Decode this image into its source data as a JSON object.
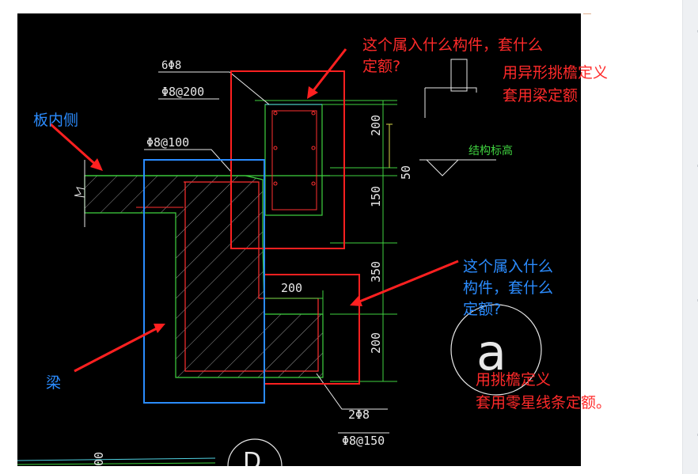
{
  "drawing": {
    "dims_vertical": [
      "200",
      "50",
      "150",
      "350",
      "200"
    ],
    "dim_horizontal": "200",
    "rebar_top_main": "6Φ8",
    "rebar_top_stirrup": "Φ8@200",
    "rebar_slab": "Φ8@100",
    "rebar_bottom_main": "2Φ8",
    "rebar_bottom_stirrup": "Φ8@150",
    "level_label": "结构标高",
    "grid_bubble": "a",
    "grid_bubble_2": "D",
    "partial_dim": "00"
  },
  "annotations": {
    "question_top_line1": "这个属入什么构件，套什么",
    "question_top_line2": "定额?",
    "answer_top_line1": "用异形挑檐定义",
    "answer_top_line2": "套用梁定额",
    "slab_inside": "板内侧",
    "question_right_line1": "这个属入什么",
    "question_right_line2": "构件，套什么",
    "question_right_line3": "定额?",
    "beam": "梁",
    "answer_bottom_line1": "用挑檐定义",
    "answer_bottom_line2": "套用零星线条定额。"
  },
  "colors": {
    "red": "#ff2a2a",
    "blue": "#2b8cff",
    "cad_green": "#3fd23f",
    "cad_yellow": "#d8d84a",
    "cad_red": "#ff3030",
    "cad_white": "#e8e8e8"
  }
}
